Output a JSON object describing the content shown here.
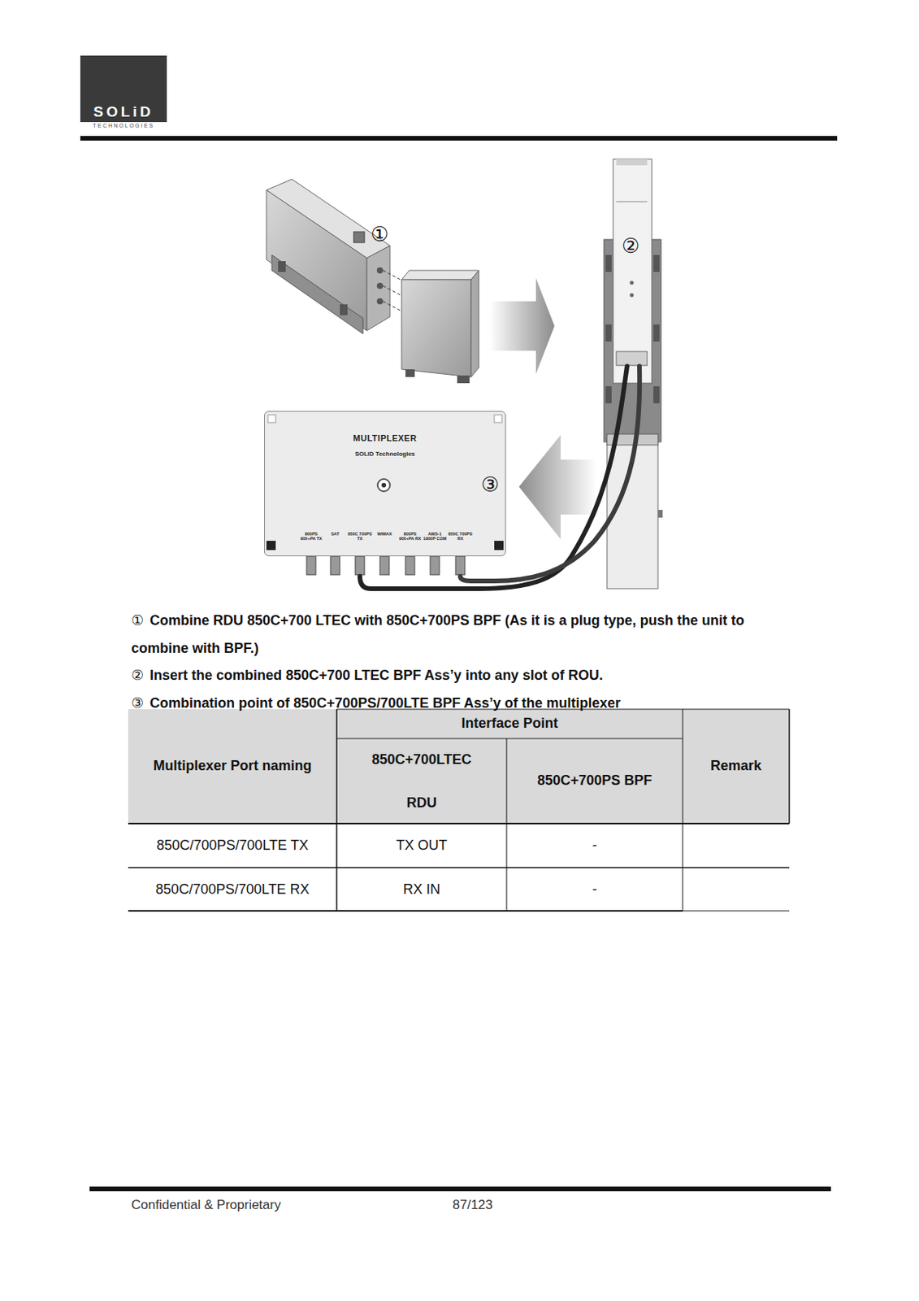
{
  "diagram": {
    "nodes": [
      {
        "text": [
          "MULTIPLEXER",
          "SOLiD Technologies"
        ]
      }
    ],
    "labels": [
      "SOLiD",
      "TECHNOLOGIES",
      "①",
      "②",
      "③",
      "800PS 900+PA TX",
      "SAT",
      "850C 700PS TX",
      "WIMAX",
      "800PS 900+PA RX",
      "AWS-1 1900P COM",
      "850C 700PS RX",
      "①",
      "Combine RDU 850C+700 LTEC with 850C+700PS BPF (As it is a plug type, push the unit to combine with BPF.)",
      "②",
      "Insert the combined 850C+700 LTEC BPF Ass’y into any slot of ROU.",
      "③",
      "Combination point of 850C+700PS/700LTE BPF Ass’y of the multiplexer",
      "Interface Point",
      "Multiplexer Port naming",
      "850C+700LTEC",
      "RDU",
      "850C+700PS BPF",
      "Remark",
      "850C/700PS/700LTE TX",
      "TX OUT",
      "-",
      "850C/700PS/700LTE RX",
      "RX IN",
      "-",
      "Confidential & Proprietary",
      "87/123"
    ]
  }
}
